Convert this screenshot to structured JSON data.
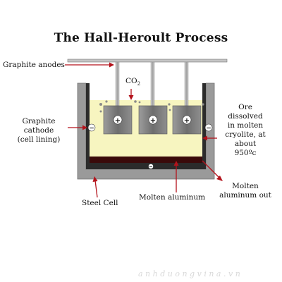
{
  "title": "The Hall-Heroult Process",
  "labels": {
    "graphite_anodes": "Graphite anodes",
    "co2_main": "CO",
    "co2_sub": "2",
    "graphite_cathode": [
      "Graphite",
      "cathode",
      "(cell lining)"
    ],
    "ore_dissolved": [
      "Ore",
      "dissolved",
      "in molten",
      "cryolite, at",
      "about",
      "950ºc"
    ],
    "steel_cell": "Steel Cell",
    "molten_aluminum": "Molten aluminum",
    "molten_aluminum_out": [
      "Molten",
      "aluminum out"
    ]
  },
  "symbols": {
    "plus": "+",
    "minus": "−"
  },
  "watermark": "anhduongvina.vn",
  "colors": {
    "steel": "#9a9a9a",
    "cathode_lining": "#2b2b2b",
    "electrolyte": "#f7f5c0",
    "molten_aluminum": "#3a0a0a",
    "arrow": "#b3121b",
    "anode_block": "#7a7a7a",
    "rod": "#bdbdbd"
  }
}
